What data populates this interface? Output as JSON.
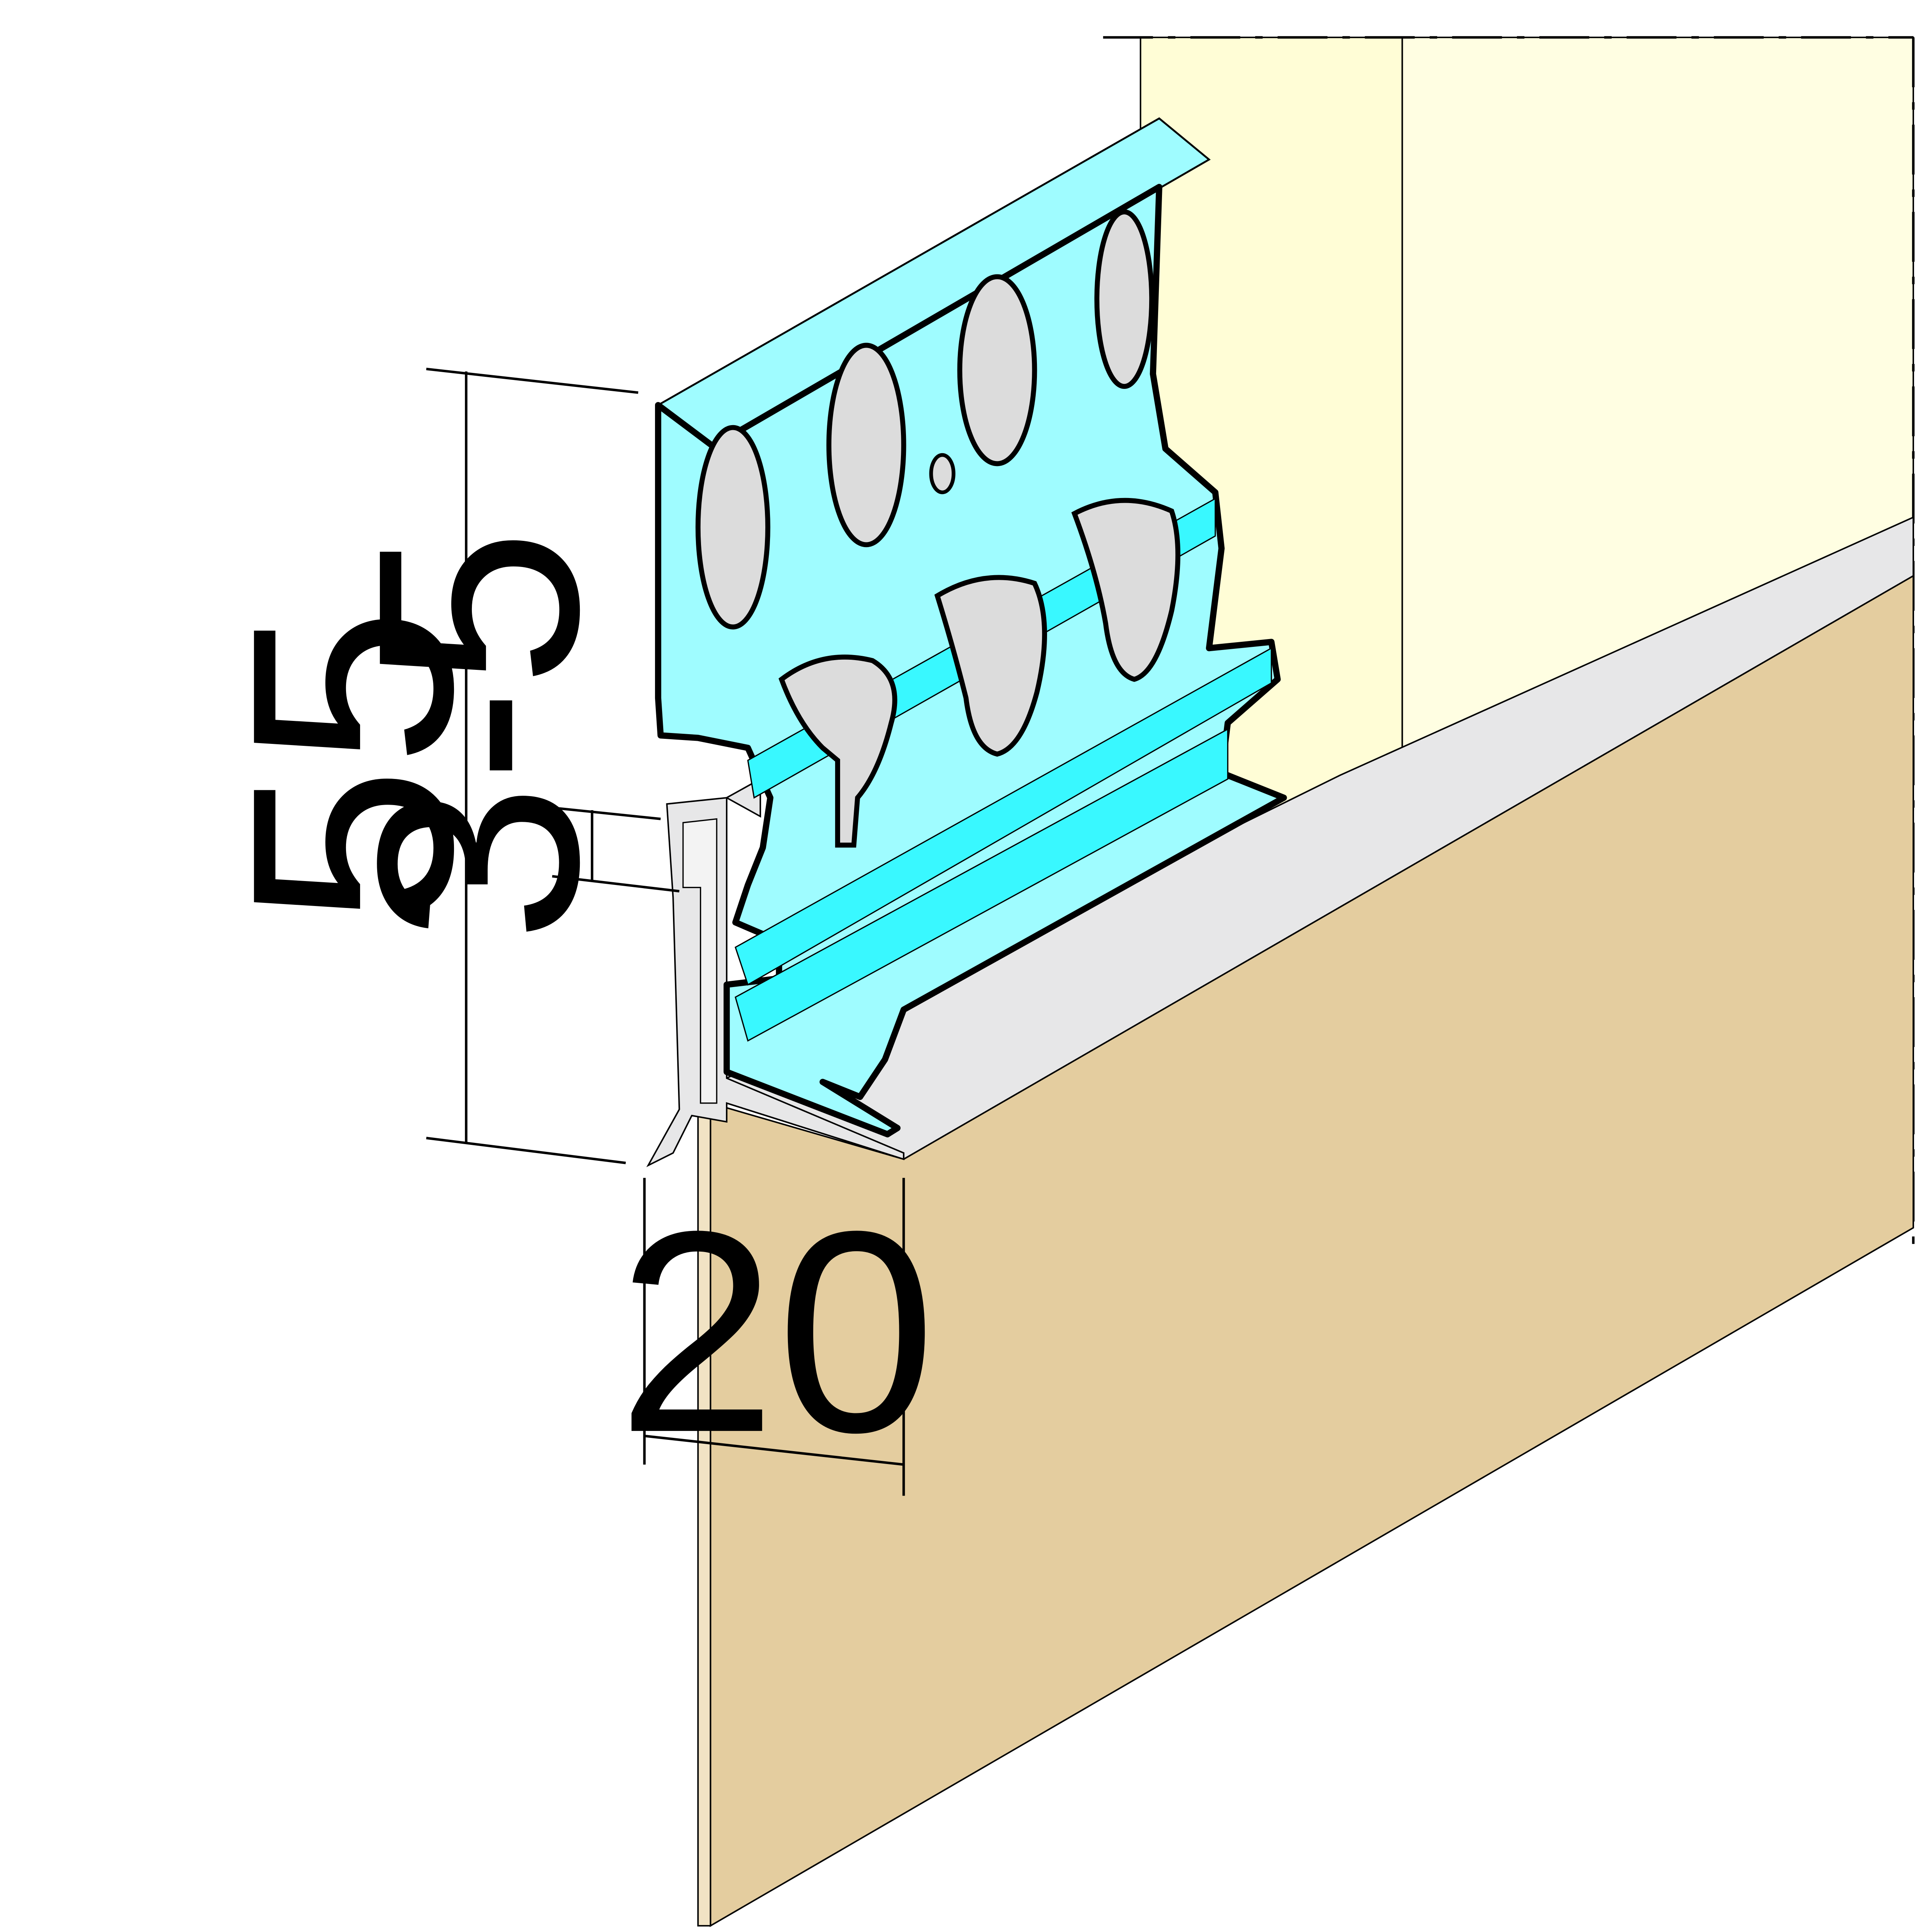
{
  "dimensions": {
    "height_total": "55",
    "gap": "3-5",
    "depth": "20"
  },
  "colors": {
    "profile_face": "#9ffcff",
    "profile_deep": "#39f8ff",
    "insulation_yellow": "#fffdd6",
    "plaster_board": "#e4cd9f",
    "plaster_edge": "#f1e3c4",
    "sill_grey": "#e7e7e8",
    "hole_grey": "#dcdcdc",
    "outline": "#000000"
  }
}
